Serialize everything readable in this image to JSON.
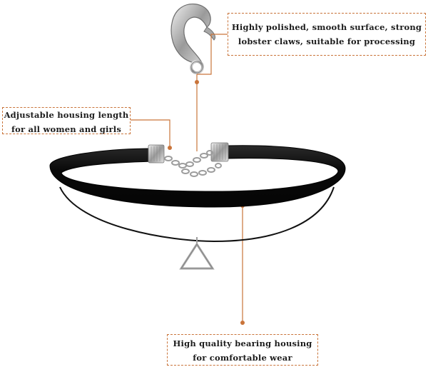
{
  "colors": {
    "accent": "#c9743a",
    "band": "#0f0f0f",
    "metal": "#b8b8b8",
    "background": "#ffffff"
  },
  "image": {
    "subject": "black velvet choker necklace with lobster clasp, extension chain and triangle pendant",
    "icons": [
      "lobster-clasp-icon",
      "extension-chain-icon",
      "triangle-pendant-icon",
      "dot-marker-icon"
    ]
  },
  "callouts": {
    "clasp": {
      "line1": "Highly polished, smooth surface, strong",
      "line2": "lobster claws, suitable for processing"
    },
    "adjust": {
      "line1": "Adjustable housing length",
      "line2": "for all women and girls"
    },
    "band": {
      "line1": "High quality bearing housing",
      "line2": "for comfortable wear"
    }
  }
}
